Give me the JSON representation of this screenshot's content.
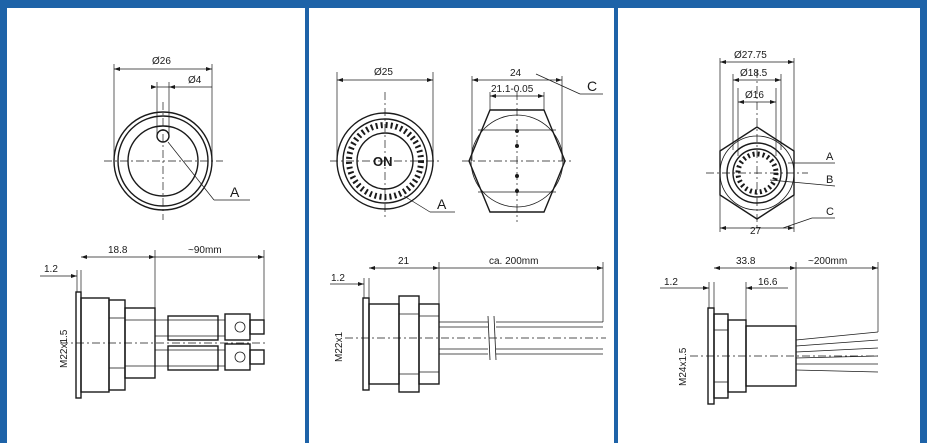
{
  "colors": {
    "frame": "#1e63a8",
    "line": "#1a1a1a",
    "background": "#ffffff"
  },
  "panel1": {
    "top": {
      "dia_outer": "Ø26",
      "dia_inner": "Ø4",
      "callout_a": "A"
    },
    "side": {
      "dim_a": "1.2",
      "dim_b": "18.8",
      "dim_c": "~90mm",
      "thread": "M22x1.5"
    }
  },
  "panel2": {
    "front": {
      "dia_outer": "Ø25",
      "marking": "ON",
      "callout_a": "A"
    },
    "hex": {
      "across_corners": "24",
      "across_flats": "21.1-0.05",
      "callout_c": "C"
    },
    "side": {
      "dim_a": "1.2",
      "dim_b": "21",
      "dim_c": "ca. 200mm",
      "thread": "M22x1"
    }
  },
  "panel3": {
    "top": {
      "dia_1": "Ø27.75",
      "dia_2": "Ø18.5",
      "dia_3": "Ø16",
      "callout_a": "A",
      "callout_b": "B",
      "callout_c": "C",
      "across_flats": "27"
    },
    "side": {
      "dim_a": "1.2",
      "dim_b": "33.8",
      "dim_c": "~200mm",
      "dim_d": "16.6",
      "thread": "M24x1.5"
    }
  }
}
